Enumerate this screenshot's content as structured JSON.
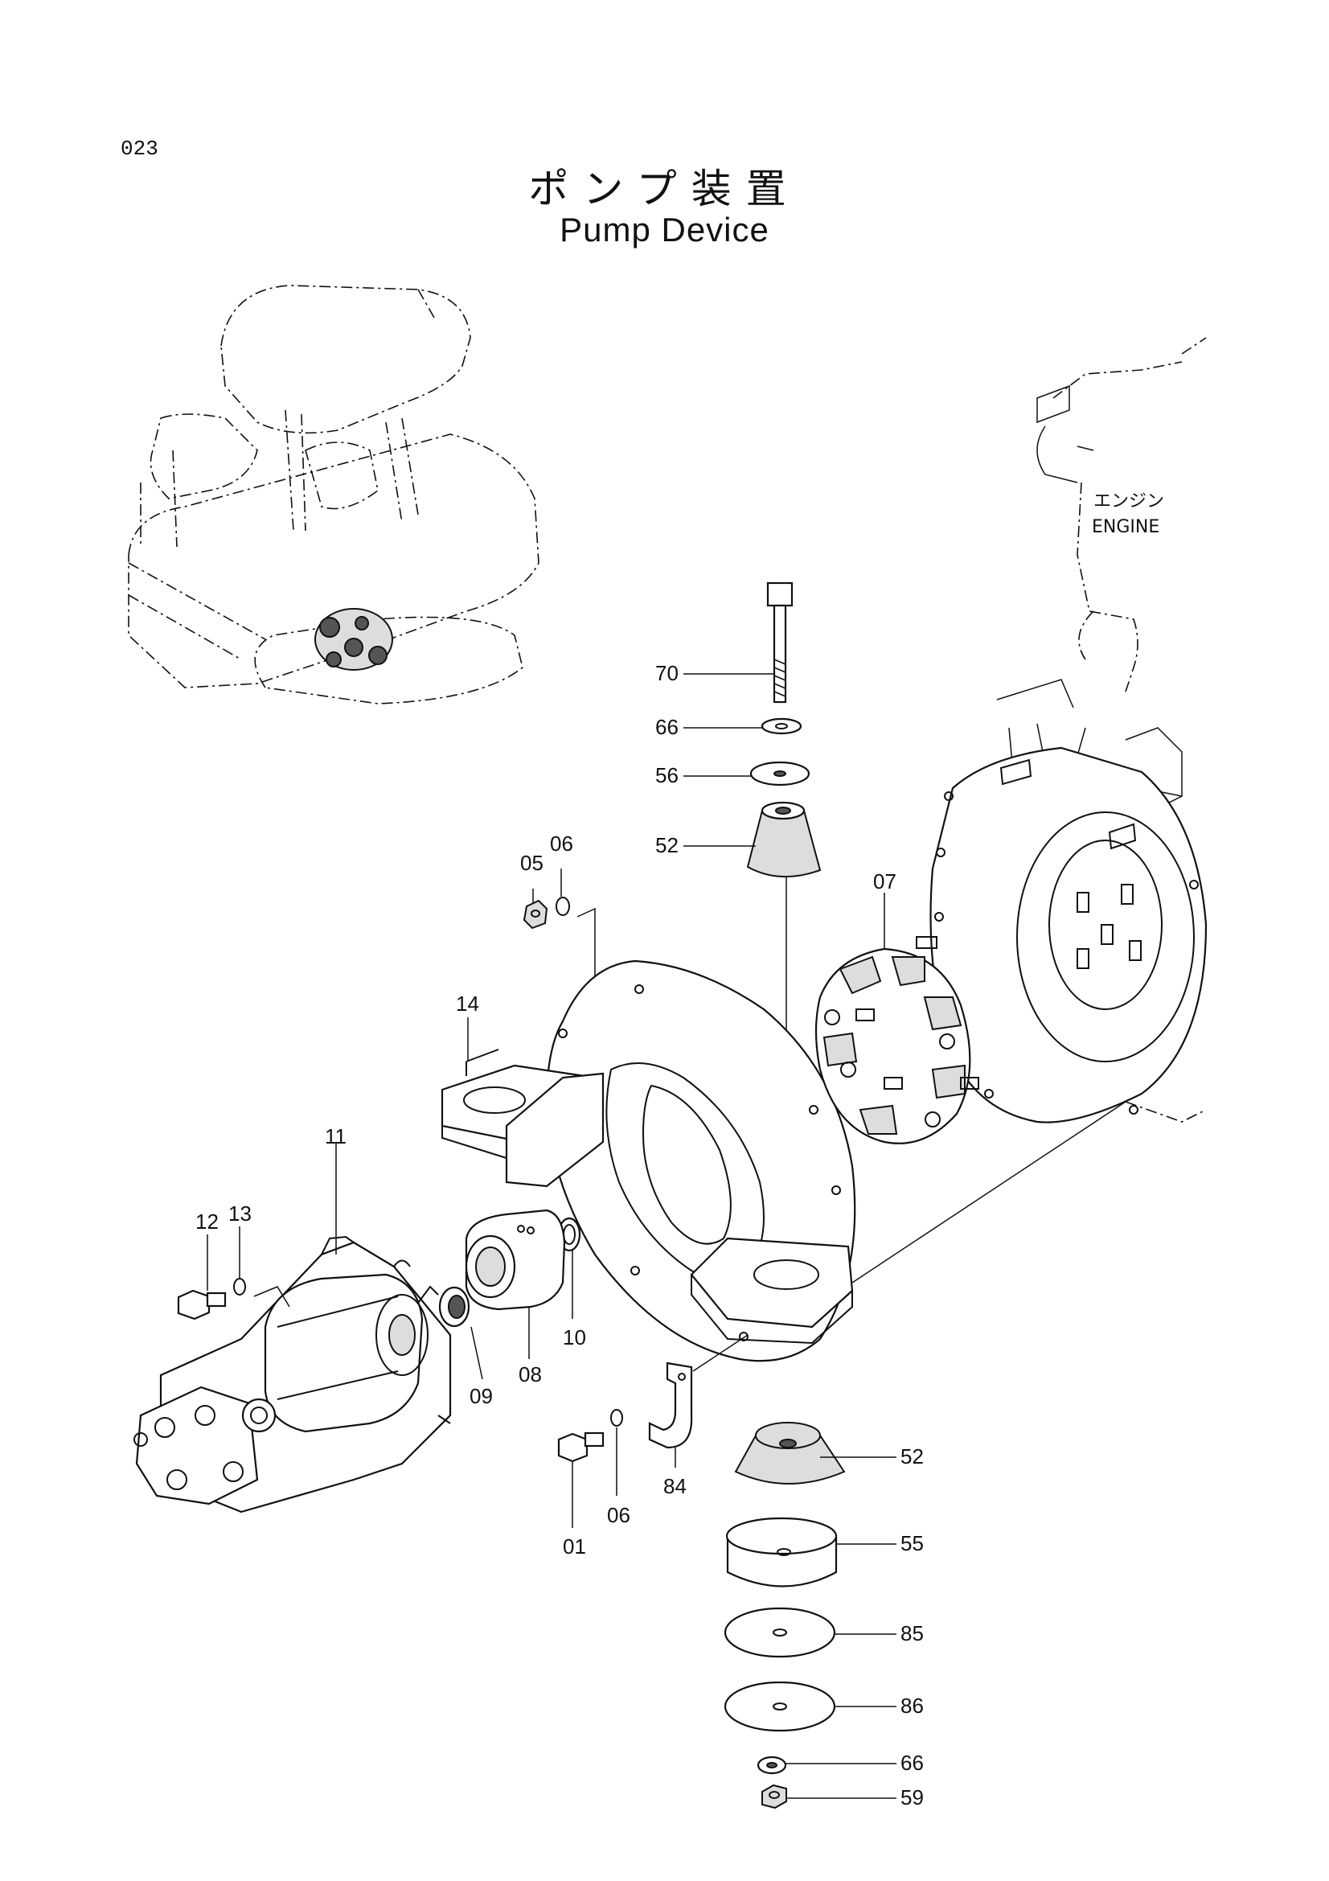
{
  "page": {
    "number": "023"
  },
  "title": {
    "jp": "ポンプ装置",
    "en": "Pump Device"
  },
  "engine_label": {
    "jp": "エンジン",
    "en": "ENGINE"
  },
  "callouts": {
    "c70": "70",
    "c66a": "66",
    "c56": "56",
    "c52a": "52",
    "c05": "05",
    "c06a": "06",
    "c07": "07",
    "c14": "14",
    "c11": "11",
    "c12": "12",
    "c13": "13",
    "c10": "10",
    "c09": "09",
    "c08": "08",
    "c84": "84",
    "c01": "01",
    "c06b": "06",
    "c52b": "52",
    "c55": "55",
    "c85": "85",
    "c86": "86",
    "c66b": "66",
    "c59": "59"
  }
}
